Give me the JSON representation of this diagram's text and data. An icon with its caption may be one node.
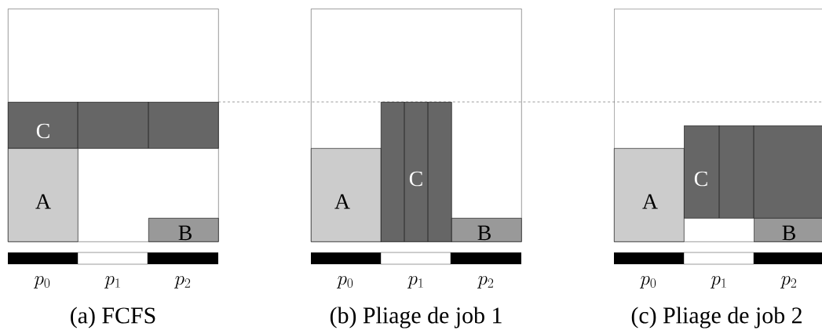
{
  "diagram": {
    "nodes": [
      {
        "text": [],
        "shape": "box"
      },
      {
        "text": [
          "C"
        ],
        "in": 0
      },
      {
        "text": [
          "A"
        ],
        "in": 0
      },
      {
        "text": [
          "B"
        ],
        "in": 0
      },
      {
        "text": [],
        "shape": "box"
      },
      {
        "text": [
          "A"
        ],
        "in": 4
      },
      {
        "text": [
          "C"
        ],
        "in": 4
      },
      {
        "text": [
          "B"
        ],
        "in": 4
      },
      {
        "text": [],
        "shape": "box"
      },
      {
        "text": [
          "A"
        ],
        "in": 8
      },
      {
        "text": [
          "C"
        ],
        "in": 8
      },
      {
        "text": [
          "B"
        ],
        "in": 8
      }
    ],
    "labels": [
      "p_0",
      "p_1",
      "p_2",
      "p_0",
      "p_1",
      "p_2",
      "p_0",
      "p_1",
      "p_2",
      "(a) FCFS",
      "(b) Pliage de job 1",
      "(c) Pliage de job 2"
    ]
  }
}
